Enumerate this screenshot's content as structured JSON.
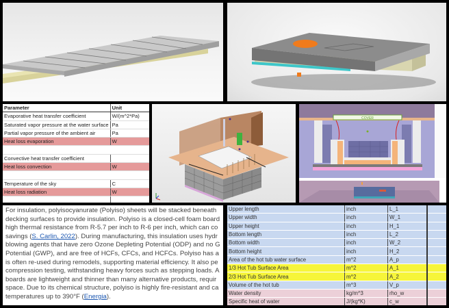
{
  "collage": {
    "tiles": [
      {
        "id": "panel-render",
        "description": "3D render of row of stacked insulation panels (gray tops, yellow polyiso layer)"
      },
      {
        "id": "hot-tub-cover-render",
        "description": "3D render of hot tub cover with orange cap and cyan seal layer"
      },
      {
        "id": "parameter-table",
        "description": "Heat loss parameter spreadsheet"
      },
      {
        "id": "room-cad",
        "description": "Isometric CAD model of hot tub room"
      },
      {
        "id": "section-cad",
        "description": "Cross-section CAD of hot tub with cover label"
      },
      {
        "id": "insulation-text",
        "description": "Paragraph about polyiso insulation"
      },
      {
        "id": "variable-table",
        "description": "Hot tub dimension/variables spreadsheet"
      }
    ]
  },
  "section_cad": {
    "cover_label": "COVER"
  },
  "parameter_table": {
    "headers": [
      "Parameter",
      "Unit"
    ],
    "rows": [
      {
        "param": "Evaporative heat transfer coefficient",
        "unit": "W/(m^2*Pa)",
        "highlight": false
      },
      {
        "param": "Saturated vapor pressure at the water surface",
        "unit": "Pa",
        "highlight": false
      },
      {
        "param": "Partial vapor pressure of the ambient air",
        "unit": "Pa",
        "highlight": false
      },
      {
        "param": "Heat loss evaporation",
        "unit": "W",
        "highlight": true
      },
      {
        "param": "",
        "unit": "",
        "highlight": false
      },
      {
        "param": "Convective heat transfer coefficient",
        "unit": "",
        "highlight": false
      },
      {
        "param": "Heat loss convection",
        "unit": "W",
        "highlight": true
      },
      {
        "param": "",
        "unit": "",
        "highlight": false
      },
      {
        "param": "Temperature of the sky",
        "unit": "C",
        "highlight": false
      },
      {
        "param": "Heat loss radiation",
        "unit": "W",
        "highlight": true
      },
      {
        "param": "",
        "unit": "",
        "highlight": false
      }
    ]
  },
  "insulation_text": {
    "lines": [
      "For insulation, polyisocyanurate (Polyiso) sheets will be stacked beneath",
      "decking surfaces to provide insulation. Polyiso is a closed-cell foam board",
      "high thermal resistance from R-5.7 per inch to R-6 per inch, which can co",
      "savings (",
      "blowing agents that have zero Ozone Depleting Potential (ODP) and no G",
      "Potential (GWP), and are free of HCFs, CFCs, and HCFCs. Polyiso has a",
      "is often re-used during remodels, supporting material efficiency. It also pe",
      "compression testing, withstanding heavy forces such as stepping loads. A",
      "boards are lightweight and thinner than many alternative products, requir",
      "space. Due to its chemical structure, polyiso is highly fire-resistant and ca",
      "temperatures up to 390°F ("
    ],
    "link1": "S. Carlin, 2022",
    "line4_rest": "). During manufacturing, this insulation uses hydr",
    "link2": "Energia",
    "line11_rest": ")."
  },
  "variable_table": {
    "rows": [
      {
        "name": "Upper length",
        "unit": "inch",
        "symbol": "L_1",
        "color": "blue"
      },
      {
        "name": "Upper width",
        "unit": "inch",
        "symbol": "W_1",
        "color": "blue"
      },
      {
        "name": "Upper height",
        "unit": "inch",
        "symbol": "H_1",
        "color": "blue"
      },
      {
        "name": "Bottom length",
        "unit": "inch",
        "symbol": "L_2",
        "color": "blue"
      },
      {
        "name": "Bottom width",
        "unit": "inch",
        "symbol": "W_2",
        "color": "blue"
      },
      {
        "name": "Bottom height",
        "unit": "inch",
        "symbol": "H_2",
        "color": "blue"
      },
      {
        "name": "Area of the hot tub water surface",
        "unit": "m^2",
        "symbol": "A_p",
        "color": "blue"
      },
      {
        "name": "1/3 Hot Tub Surface Area",
        "unit": "m^2",
        "symbol": "A_1",
        "color": "yellow"
      },
      {
        "name": "2/3 Hot Tub Surface Area",
        "unit": "m^2",
        "symbol": "A_2",
        "color": "yellow"
      },
      {
        "name": "Volume of the hot tub",
        "unit": "m^3",
        "symbol": "V_p",
        "color": "blue"
      },
      {
        "name": "Water density",
        "unit": "kg/m^3",
        "symbol": "rho_w",
        "color": "pink"
      },
      {
        "name": "Specific heat of water",
        "unit": "J/(kg*K)",
        "symbol": "c_w",
        "color": "pink"
      }
    ]
  }
}
